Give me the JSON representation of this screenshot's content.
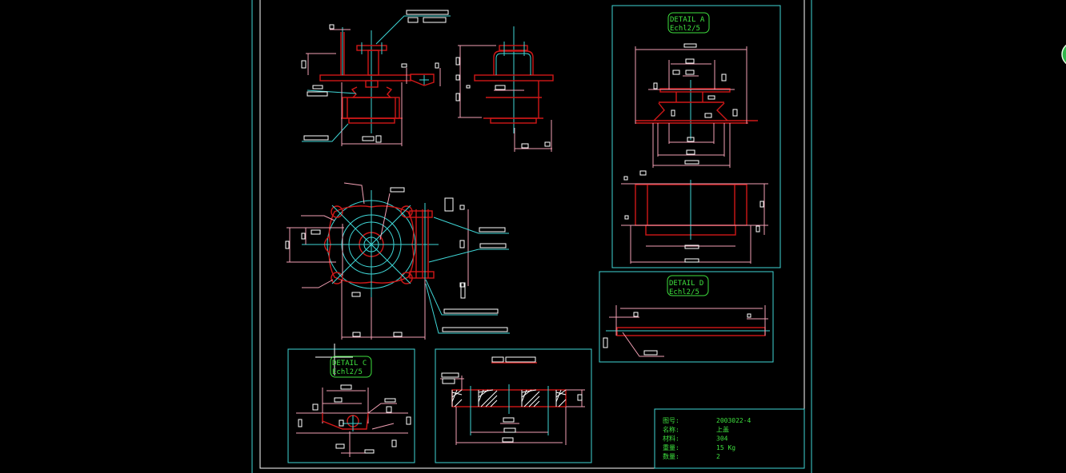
{
  "drawing": {
    "details": [
      {
        "name": "DETAIL A",
        "scale": "Echl2/5"
      },
      {
        "name": "DETAIL D",
        "scale": "Echl2/5"
      },
      {
        "name": "DETAIL C",
        "scale": "Echl2/5"
      }
    ],
    "title_block": {
      "rows": [
        {
          "label": "图号:",
          "value": "2003022-4"
        },
        {
          "label": "名称:",
          "value": "上盖"
        },
        {
          "label": "材料:",
          "value": "304"
        },
        {
          "label": "重量:",
          "value": "15 Kg"
        },
        {
          "label": "数量:",
          "value": "2"
        }
      ]
    },
    "colors": {
      "background": "#000000",
      "frame": "#3fd6d6",
      "geometry": "#d01818",
      "dimensions": "#f2a0b4",
      "annotation": "#3ee03e"
    }
  }
}
